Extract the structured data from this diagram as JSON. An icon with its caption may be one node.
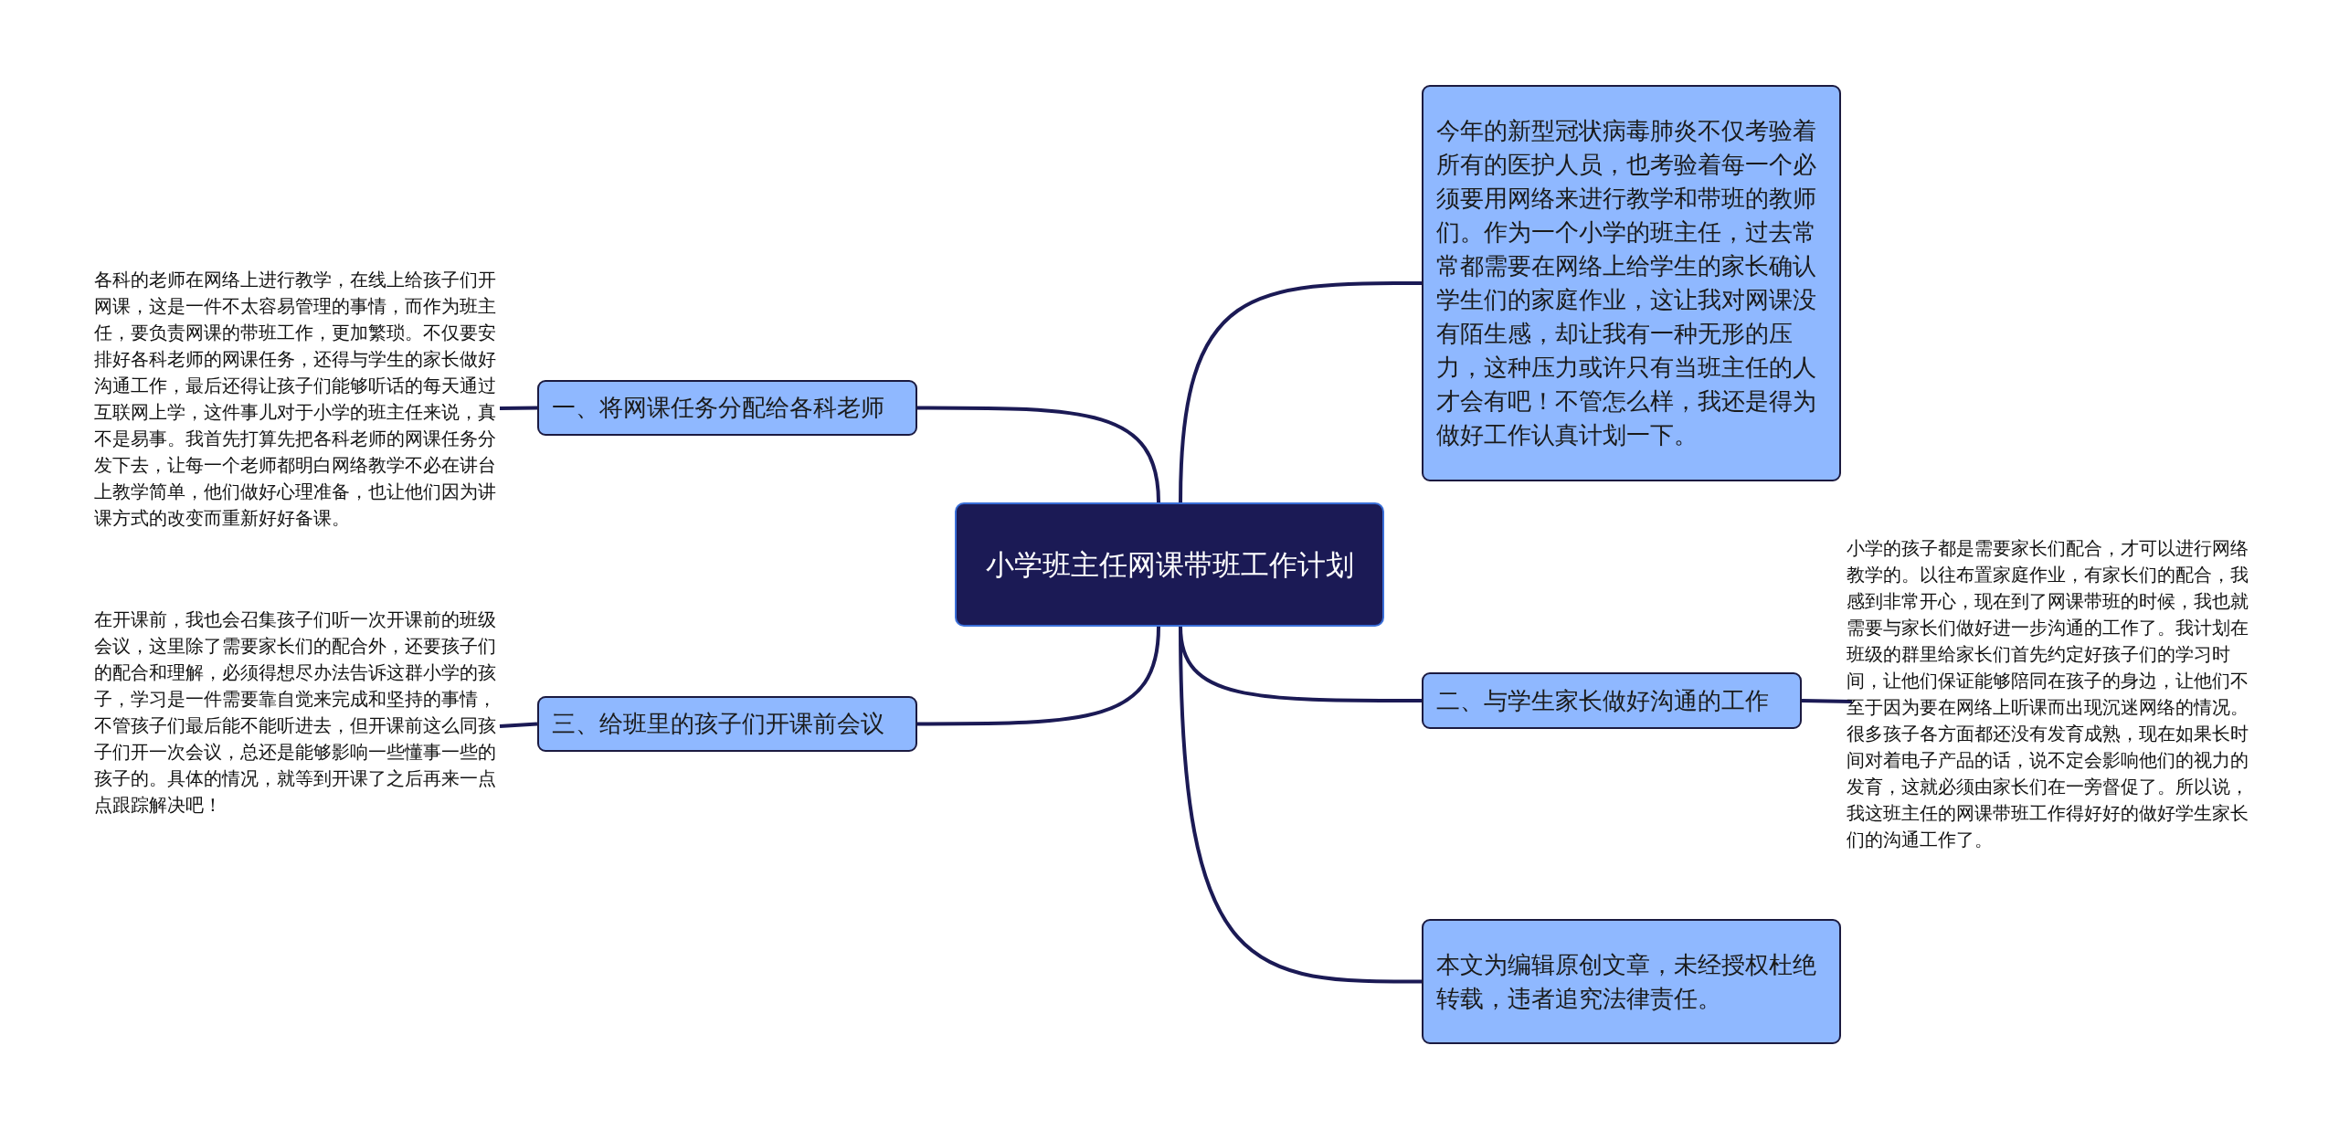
{
  "diagram": {
    "nodes": [
      {
        "text": [
          "小学班主任网课带班工作计划"
        ]
      },
      {
        "text": [
          "一、将网课任务分配给各科老师"
        ]
      },
      {
        "text": [
          "各科的老师在网络上进行教学，在线上给孩子们开网课，这是一件不太容易管理的事情，而作为班主任，要负责网课的带班工作，更加繁琐。不仅要安排好各科老师的网课任务，还得与学生的家长做好沟通工作，最后还得让孩子们能够听话的每天通过互联网上学，这件事儿对于小学的班主任来说，真不是易事。我首先打算先把各科老师的网课任务分发下去，让每一个老师都明白网络教学不必在讲台上教学简单，他们做好心理准备，也让他们因为讲课方式的改变而重新好好备课。"
        ]
      },
      {
        "text": [
          "三、给班里的孩子们开课前会议"
        ]
      },
      {
        "text": [
          "在开课前，我也会召集孩子们听一次开课前的班级会议，这里除了需要家长们的配合外，还要孩子们的配合和理解，必须得想尽办法告诉这群小学的孩子，学习是一件需要靠自觉来完成和坚持的事情，不管孩子们最后能不能听进去，但开课前这么同孩子们开一次会议，总还是能够影响一些懂事一些的孩子的。具体的情况，就等到开课了之后再来一点点跟踪解决吧！"
        ]
      },
      {
        "text": [
          "今年的新型冠状病毒肺炎不仅考验着所有的医护人员，也考验着每一个必须要用网络来进行教学和带班的教师们。作为一个小学的班主任，过去常常都需要在网络上给学生的家长确认学生们的家庭作业，这让我对网课没有陌生感，却让我有一种无形的压力，这种压力或许只有当班主任的人才会有吧！不管怎么样，我还是得为做好工作认真计划一下。"
        ]
      },
      {
        "text": [
          "二、与学生家长做好沟通的工作"
        ]
      },
      {
        "text": [
          "小学的孩子都是需要家长们配合，才可以进行网络教学的。以往布置家庭作业，有家长们的配合，我感到非常开心，现在到了网课带班的时候，我也就需要与家长们做好进一步沟通的工作了。我计划在班级的群里给家长们首先约定好孩子们的学习时间，让他们保证能够陪同在孩子的身边，让他们不至于因为要在网络上听课而出现沉迷网络的情况。很多孩子各方面都还没有发育成熟，现在如果长时间对着电子产品的话，说不定会影响他们的视力的发育，这就必须由家长们在一旁督促了。所以说，我这班主任的网课带班工作得好好的做好学生家长们的沟通工作了。"
        ]
      },
      {
        "text": [
          "本文为编辑原创文章，未经授权杜绝转载，违者追究法律责任。"
        ]
      }
    ],
    "edges": [
      {
        "from": 0,
        "to": 1,
        "arrow": "none"
      },
      {
        "from": 1,
        "to": 2,
        "arrow": "none"
      },
      {
        "from": 0,
        "to": 3,
        "arrow": "none"
      },
      {
        "from": 3,
        "to": 4,
        "arrow": "none"
      },
      {
        "from": 0,
        "to": 5,
        "arrow": "none"
      },
      {
        "from": 0,
        "to": 6,
        "arrow": "none"
      },
      {
        "from": 6,
        "to": 7,
        "arrow": "none"
      },
      {
        "from": 0,
        "to": 8,
        "arrow": "none"
      }
    ]
  }
}
